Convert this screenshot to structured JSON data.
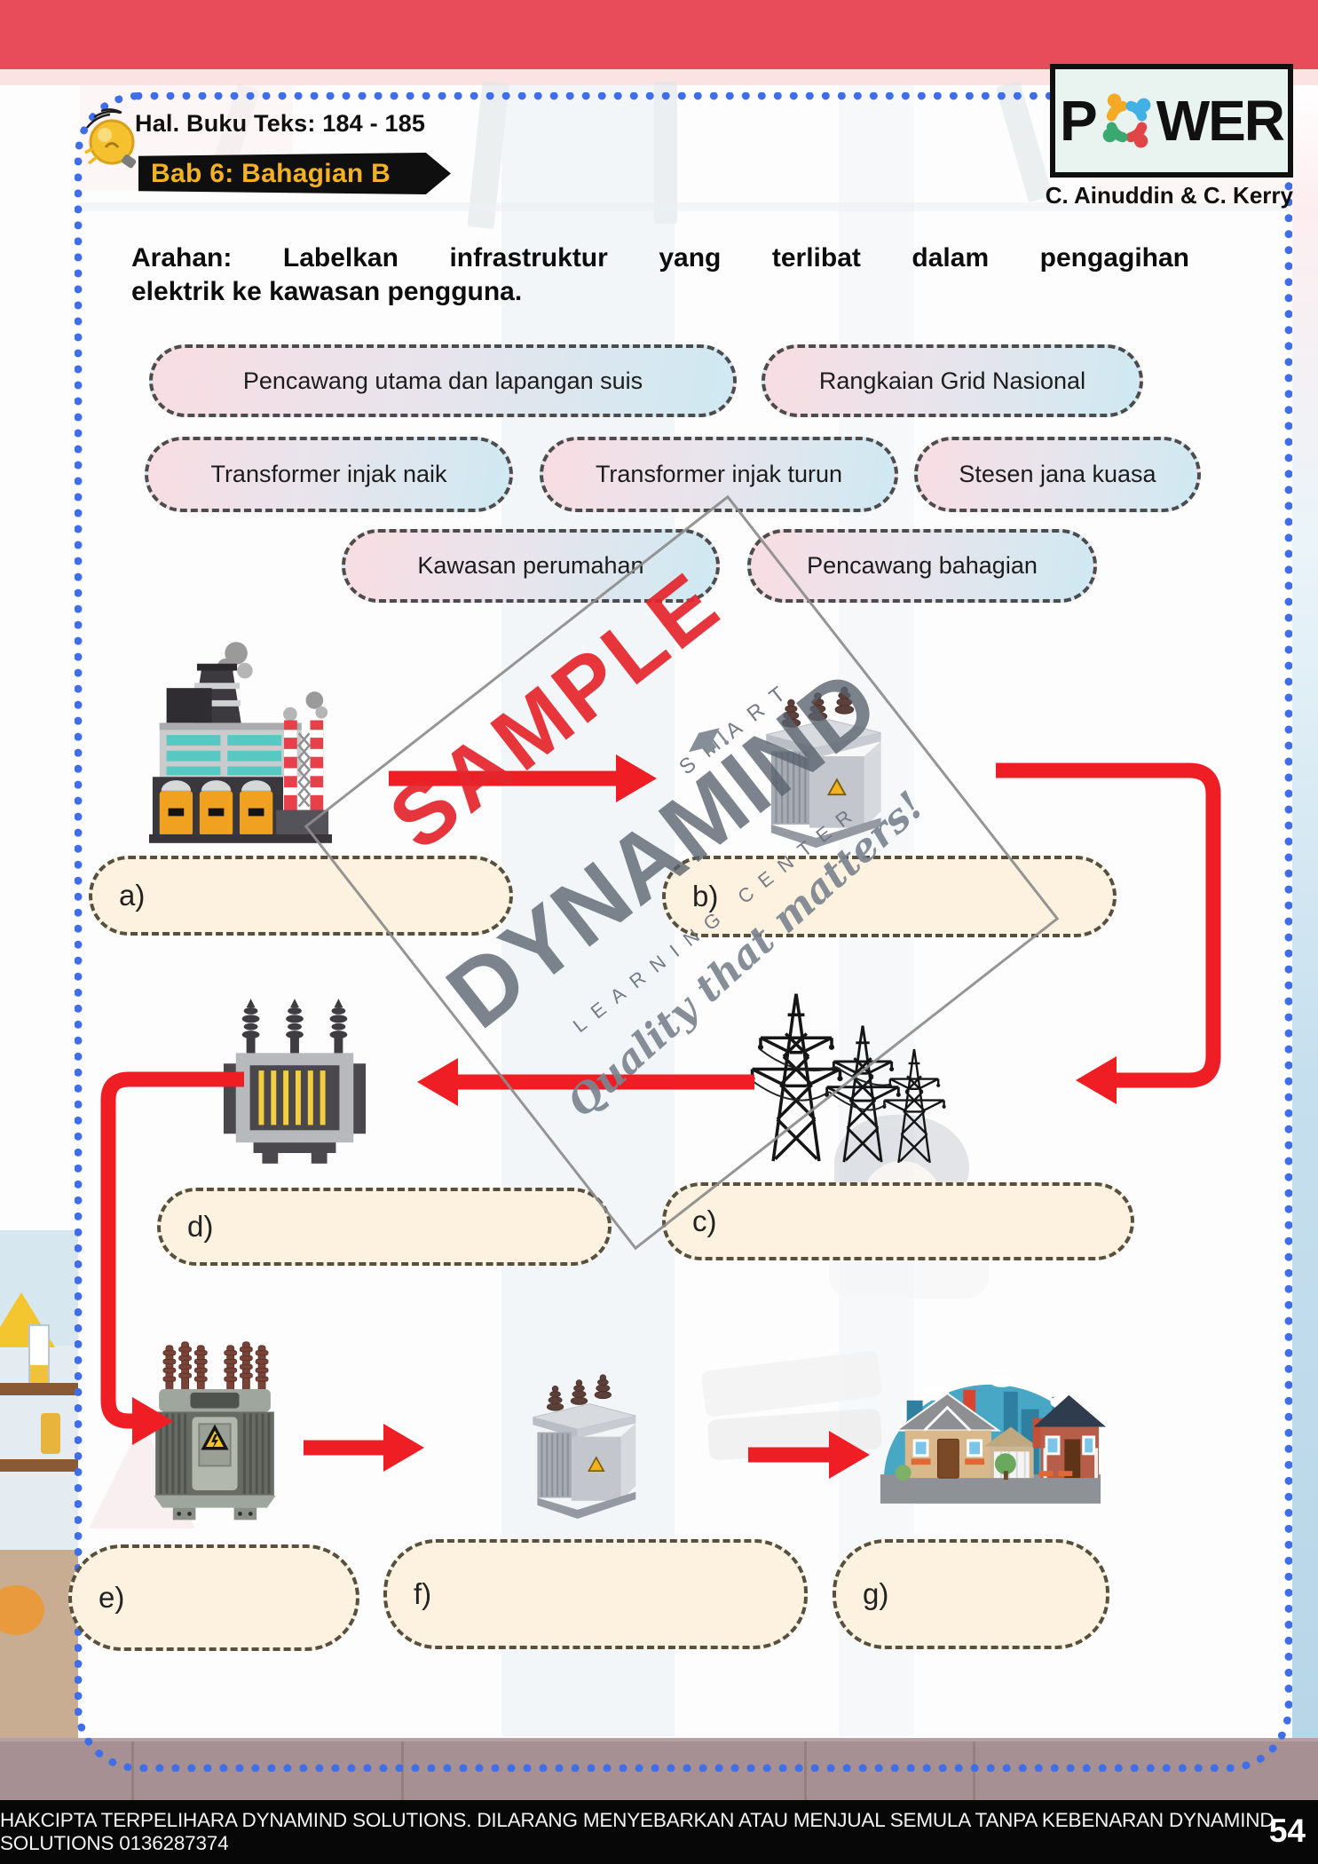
{
  "header": {
    "textbook_ref": "Hal. Buku Teks: 184 - 185",
    "chapter_badge": "Bab 6: Bahagian B"
  },
  "brand": {
    "logo_p": "P",
    "logo_wer": "WER",
    "authors": "C. Ainuddin & C. Kerry"
  },
  "instruction": {
    "line1": "Arahan: Labelkan infrastruktur yang terlibat dalam pengagihan",
    "line2": "elektrik ke kawasan pengguna."
  },
  "word_bank": [
    "Pencawang utama dan lapangan suis",
    "Rangkaian Grid Nasional",
    "Transformer injak naik",
    "Transformer injak turun",
    "Stesen jana kuasa",
    "Kawasan perumahan",
    "Pencawang bahagian"
  ],
  "diagram": {
    "blanks": [
      {
        "id": "a",
        "label": "a)"
      },
      {
        "id": "b",
        "label": "b)"
      },
      {
        "id": "c",
        "label": "c)"
      },
      {
        "id": "d",
        "label": "d)"
      },
      {
        "id": "e",
        "label": "e)"
      },
      {
        "id": "f",
        "label": "f)"
      },
      {
        "id": "g",
        "label": "g)"
      }
    ],
    "icons": [
      "power-station-illustration",
      "step-up-transformer-illustration",
      "national-grid-pylons-illustration",
      "main-substation-transformer-illustration",
      "step-down-transformer-illustration",
      "distribution-substation-illustration",
      "housing-area-illustration"
    ]
  },
  "watermark": {
    "sample": "SAMPLE",
    "smart": "SMART",
    "brand": "DYNAMIND",
    "center": "LEARNING CENTER",
    "tagline": "Quality that matters!"
  },
  "footer": {
    "copyright": "HAKCIPTA TERPELIHARA DYNAMIND SOLUTIONS. DILARANG MENYEBARKAN ATAU MENJUAL SEMULA TANPA KEBENARAN DYNAMIND SOLUTIONS 0136287374",
    "page_number": "54"
  },
  "colors": {
    "banner_red": "#e84b5a",
    "badge_black": "#0f0f0f",
    "badge_text_yellow": "#f4b223",
    "border_blue": "#3f6ee8",
    "arrow_red": "#ef1d24",
    "pill_pink": "#f8dde3",
    "pill_blue": "#cfe9f2",
    "blank_cream": "#fcf2df",
    "watermark_red": "#e5252c",
    "watermark_gray": "#59626e",
    "footer_black": "#070707"
  }
}
